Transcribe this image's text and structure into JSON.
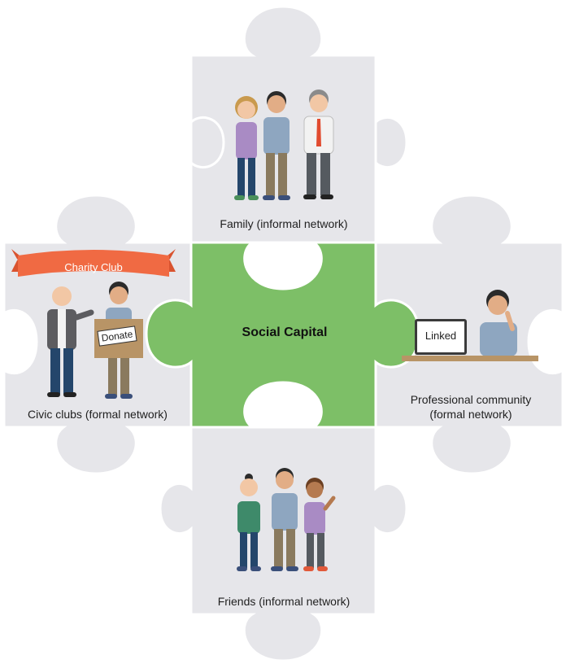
{
  "center": {
    "label": "Social Capital"
  },
  "family": {
    "label": "Family (informal network)"
  },
  "civic": {
    "label": "Civic clubs (formal network)",
    "banner": "Charity Club",
    "box_text": "Donate"
  },
  "professional": {
    "label_line1": "Professional community",
    "label_line2": "(formal network)",
    "screen_text": "Linked"
  },
  "friends": {
    "label": "Friends (informal network)"
  },
  "colors": {
    "center_piece": "#7dbf67",
    "outer_piece": "#e6e6ea",
    "banner": "#f06a43"
  },
  "icons": [
    "person-figure",
    "laptop-icon",
    "donation-box",
    "banner-ribbon"
  ]
}
